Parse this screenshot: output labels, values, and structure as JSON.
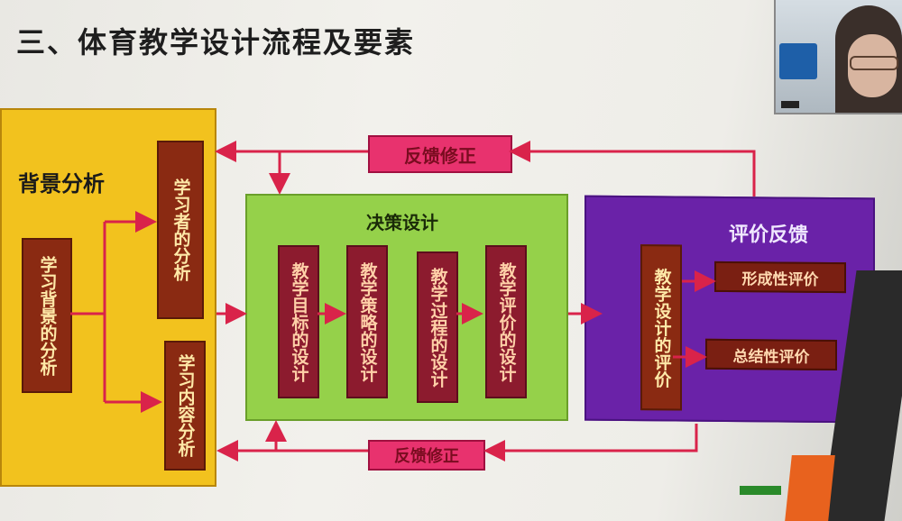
{
  "slide": {
    "title": "三、体育教学设计流程及要素",
    "feedback_top": "反馈修正",
    "feedback_bottom": "反馈修正",
    "background_panel": {
      "heading": "背景分析",
      "main_box": "学习背景的分析",
      "sub_box_1": "学习者的分析",
      "sub_box_2": "学习内容分析"
    },
    "decision_panel": {
      "heading": "决策设计",
      "boxes": [
        "教学目标的设计",
        "教学策略的设计",
        "教学过程的设计",
        "教学评价的设计"
      ]
    },
    "evaluation_panel": {
      "heading": "评价反馈",
      "main_box": "教学设计的评价",
      "eval_1": "形成性评价",
      "eval_2": "总结性评价"
    }
  },
  "colors": {
    "background_panel": "#f2c21e",
    "decision_panel": "#95d14a",
    "evaluation_panel": "#6a22a8",
    "feedback_box": "#e8326e",
    "arrow": "#d9234a",
    "box_dark_red": "#8a2a12"
  },
  "webcam": {
    "icon": "webcam-thumbnail"
  }
}
